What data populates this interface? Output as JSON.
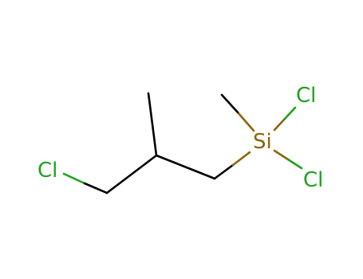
{
  "molecule": {
    "atoms": [
      {
        "id": "cl1",
        "symbol": "Cl",
        "color": "#1fa01f"
      },
      {
        "id": "si",
        "symbol": "Si",
        "color": "#8b6508"
      },
      {
        "id": "cl2",
        "symbol": "Cl",
        "color": "#1fa01f"
      },
      {
        "id": "cl3",
        "symbol": "Cl",
        "color": "#1fa01f"
      }
    ],
    "colors": {
      "bond": "#000000",
      "chlorine": "#1fa01f",
      "silicon": "#8b6508",
      "background": "#ffffff"
    }
  }
}
